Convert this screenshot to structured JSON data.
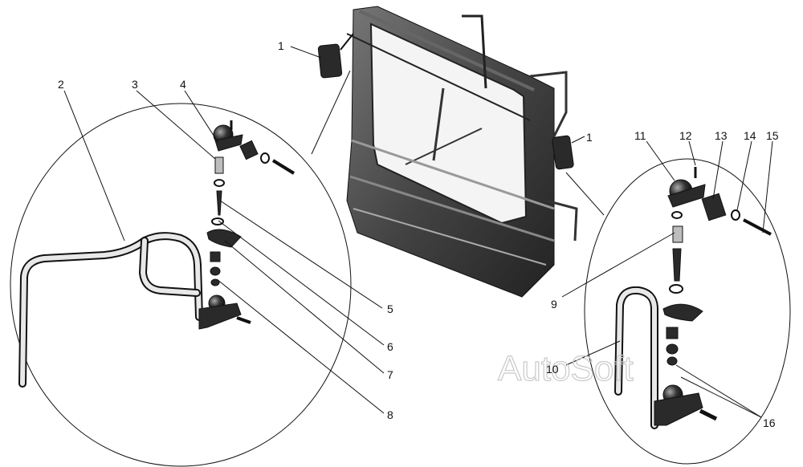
{
  "watermark": "AutoSoft",
  "callouts": [
    {
      "id": "c1a",
      "label": "1"
    },
    {
      "id": "c1b",
      "label": "1"
    },
    {
      "id": "c2",
      "label": "2"
    },
    {
      "id": "c3",
      "label": "3"
    },
    {
      "id": "c4",
      "label": "4"
    },
    {
      "id": "c5",
      "label": "5"
    },
    {
      "id": "c6",
      "label": "6"
    },
    {
      "id": "c7",
      "label": "7"
    },
    {
      "id": "c8",
      "label": "8"
    },
    {
      "id": "c9",
      "label": "9"
    },
    {
      "id": "c10",
      "label": "10"
    },
    {
      "id": "c11",
      "label": "11"
    },
    {
      "id": "c12",
      "label": "12"
    },
    {
      "id": "c13",
      "label": "13"
    },
    {
      "id": "c14",
      "label": "14"
    },
    {
      "id": "c15",
      "label": "15"
    },
    {
      "id": "c16",
      "label": "16"
    }
  ]
}
